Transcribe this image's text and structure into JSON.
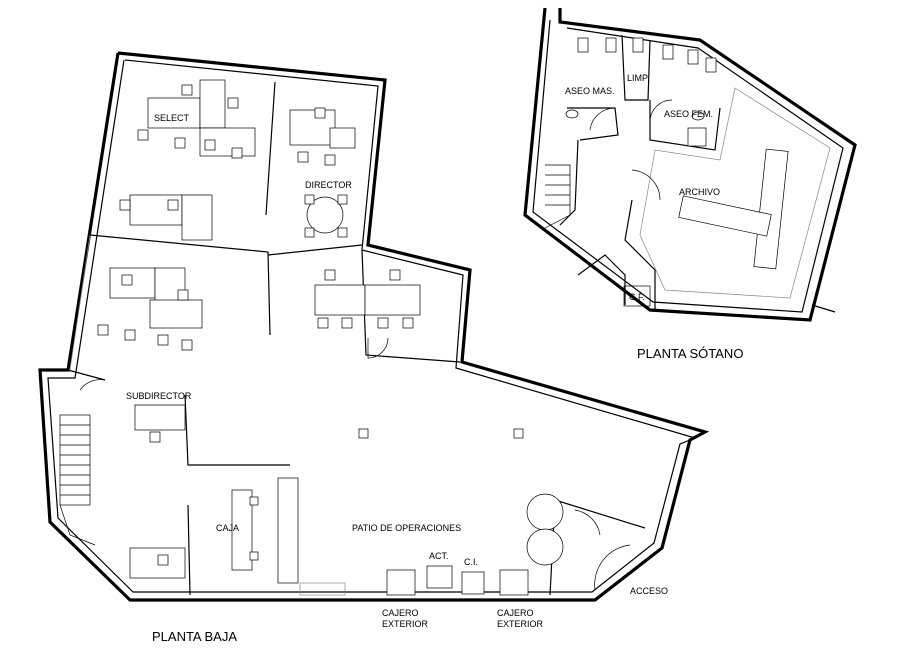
{
  "plans": {
    "ground_floor": {
      "title": "PLANTA BAJA",
      "rooms": {
        "select": "SELECT",
        "director": "DIRECTOR",
        "subdirector": "SUBDIRECTOR",
        "caja": "CAJA",
        "patio": "PATIO DE OPERACIONES",
        "act": "ACT.",
        "ci": "C.I.",
        "acceso": "ACCESO"
      },
      "atm_left": [
        "CAJERO",
        "EXTERIOR"
      ],
      "atm_right": [
        "CAJERO",
        "EXTERIOR"
      ]
    },
    "basement": {
      "title": "PLANTA SÓTANO",
      "rooms": {
        "aseo_mas": "ASEO MAS.",
        "limp": "LIMP",
        "aseo_fem": "ASEO FEM.",
        "archivo": "ARCHIVO",
        "cf": "C.F."
      }
    }
  }
}
